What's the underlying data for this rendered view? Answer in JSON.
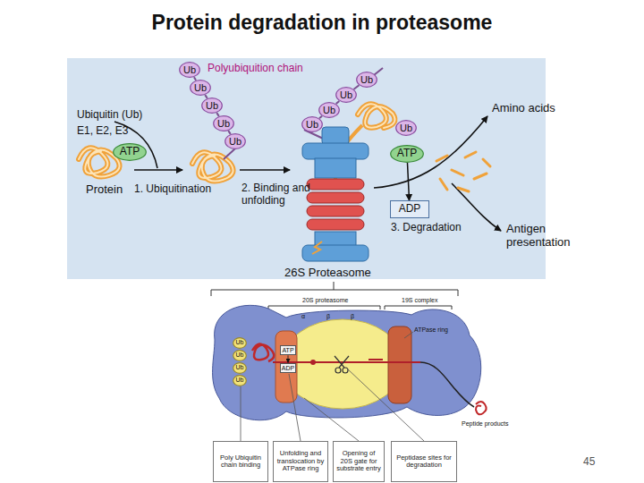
{
  "diagram": {
    "title": "Protein degradation in proteasome",
    "nodes": [
      {
        "text": [
          "Ub"
        ]
      },
      {
        "text": [
          "Ub"
        ]
      },
      {
        "text": [
          "Ub"
        ]
      },
      {
        "text": [
          "Ub"
        ]
      },
      {
        "text": [
          "Ub"
        ]
      },
      {
        "text": [
          "ATP"
        ]
      },
      {
        "text": [
          "Ub"
        ]
      },
      {
        "text": [
          "Ub"
        ]
      },
      {
        "text": [
          "Ub"
        ]
      },
      {
        "text": [
          "Ub"
        ]
      },
      {
        "text": [
          "Ub"
        ]
      },
      {
        "text": [
          "ATP"
        ]
      },
      {
        "text": [
          "ADP"
        ]
      },
      {
        "text": [
          "Ub"
        ]
      },
      {
        "text": [
          "Ub"
        ]
      },
      {
        "text": [
          "Ub"
        ]
      },
      {
        "text": [
          "Ub"
        ]
      },
      {
        "text": [
          "ATP"
        ]
      },
      {
        "text": [
          "ADP"
        ]
      },
      {
        "text": [
          "Poly Ubiquitin chain binding"
        ]
      },
      {
        "text": [
          "Unfolding and translocation by ATPase ring"
        ]
      },
      {
        "text": [
          "Opening of 20S gate for substrate entry"
        ]
      },
      {
        "text": [
          "Peptidase sites for degradation"
        ]
      }
    ],
    "edges": [
      {
        "from": 0,
        "to": 1,
        "arrow": "none"
      },
      {
        "from": 1,
        "to": 2,
        "arrow": "none"
      },
      {
        "from": 2,
        "to": 3,
        "arrow": "none"
      },
      {
        "from": 3,
        "to": 4,
        "arrow": "none"
      },
      {
        "from": 6,
        "to": 7,
        "arrow": "none"
      },
      {
        "from": 7,
        "to": 8,
        "arrow": "none"
      },
      {
        "from": 8,
        "to": 9,
        "arrow": "none"
      },
      {
        "from": 11,
        "to": 12,
        "arrow": "to"
      },
      {
        "from": 17,
        "to": 18,
        "arrow": "to"
      }
    ],
    "labels": [
      "Polyubiquition chain",
      "Ubiquitin (Ub)",
      "E1, E2, E3",
      "Protein",
      "1. Ubiquitination",
      "2. Binding and unfolding",
      "Amino acids",
      "3. Degradation",
      "Antigen presentation",
      "26S Proteasome",
      "20S proteasome",
      "19S complex",
      "α",
      "β",
      "β",
      "ATPase ring",
      "Peptide products",
      "45"
    ]
  }
}
